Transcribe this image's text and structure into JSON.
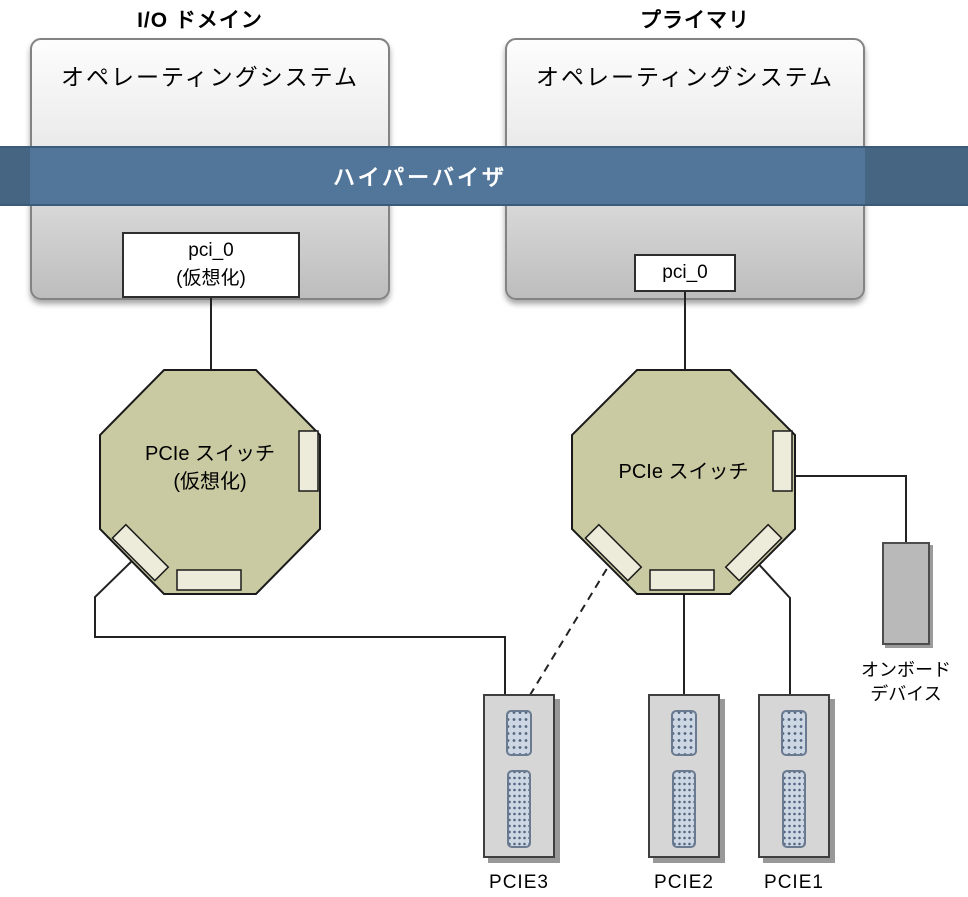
{
  "colors": {
    "hypervisor-blue": "#527699",
    "switch-fill": "#c9c9a2",
    "port-fill": "#edecdb"
  },
  "titles": {
    "left": "I/O ドメイン",
    "right": "プライマリ"
  },
  "os_boxes": {
    "left_label": "オペレーティングシステム",
    "right_label": "オペレーティングシステム"
  },
  "hypervisor": {
    "label": "ハイパーバイザ"
  },
  "pci": {
    "left_line1": "pci_0",
    "left_line2": "(仮想化)",
    "right_label": "pci_0"
  },
  "switches": {
    "left_line1": "PCIe スイッチ",
    "left_line2": "(仮想化)",
    "right_label": "PCIe スイッチ"
  },
  "onboard_device": {
    "line1": "オンボード",
    "line2": "デバイス"
  },
  "cards": [
    {
      "label": "PCIE3"
    },
    {
      "label": "PCIE2"
    },
    {
      "label": "PCIE1"
    }
  ]
}
